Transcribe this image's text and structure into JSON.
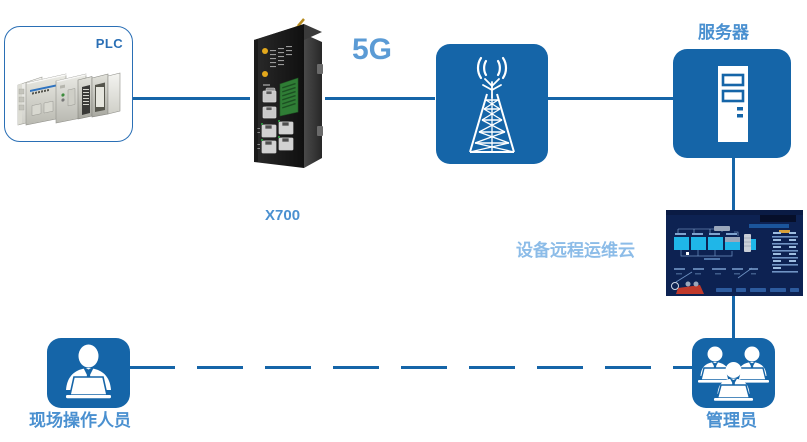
{
  "diagram": {
    "title": "5G Industrial Router Remote O&M Topology",
    "accent_blue": "#1565a8",
    "light_blue": "#5b9bd5",
    "label_blue": "#4a90d0",
    "dashboard_navy": "#0d2252"
  },
  "nodes": {
    "plc": {
      "label": "PLC",
      "icon": "plc-module-photo"
    },
    "router": {
      "label": "X700",
      "icon": "industrial-router-photo"
    },
    "network": {
      "label": "5G",
      "icon": "cell-tower-icon"
    },
    "server": {
      "label": "服务器",
      "icon": "server-tower-icon"
    },
    "cloud": {
      "label": "设备远程运维云",
      "icon": "scada-dashboard-thumbnail"
    },
    "operator": {
      "label": "现场操作人员",
      "icon": "person-at-laptop-icon"
    },
    "admin": {
      "label": "管理员",
      "icon": "people-at-laptops-icon"
    }
  },
  "links": [
    {
      "name": "plc-to-router",
      "style": "solid"
    },
    {
      "name": "router-to-tower",
      "style": "solid"
    },
    {
      "name": "tower-to-server",
      "style": "solid"
    },
    {
      "name": "server-to-cloud",
      "style": "solid"
    },
    {
      "name": "cloud-to-admin",
      "style": "solid"
    },
    {
      "name": "operator-to-admin",
      "style": "dashed"
    }
  ]
}
